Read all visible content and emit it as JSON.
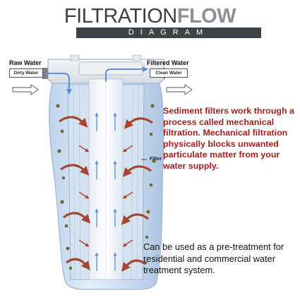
{
  "title": {
    "part1": "FILTRATION",
    "part2": "FLOW",
    "subtitle": "DIAGRAM"
  },
  "labels": {
    "raw_water": "Raw Water",
    "dirty_water": "Dirty Water",
    "filtered_water": "Filtered Water",
    "clean_water": "Clean Water",
    "filter": "Filter"
  },
  "description": "Sediment filters work through a process called mechanical filtration. Mechanical filtration physically blocks unwanted particulate matter from your water supply.",
  "note": "Can be used as a pre-treatment for residential and commercial water treatment system.",
  "colors": {
    "red_text": "#a31d1d",
    "arrow_red": "#a5472e",
    "arrow_blue": "#5b8fd6",
    "housing": "#cfe0f3"
  }
}
